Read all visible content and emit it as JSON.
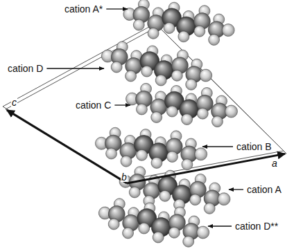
{
  "diagram": {
    "labels": [
      "cation A*",
      "cation D",
      "cation C",
      "cation B",
      "cation A",
      "cation D**",
      "a",
      "b",
      "c"
    ]
  }
}
